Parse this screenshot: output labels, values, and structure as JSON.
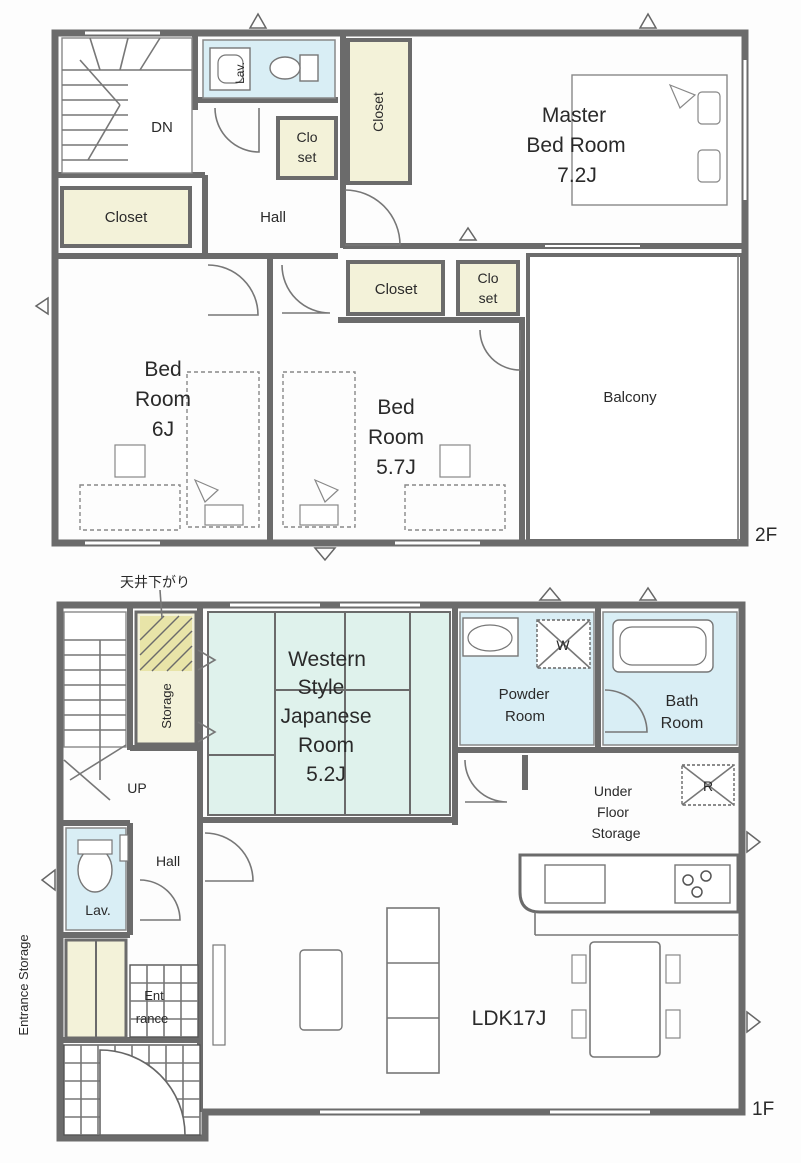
{
  "floor2": {
    "label": "2F",
    "master": {
      "line1": "Master",
      "line2": "Bed Room",
      "line3": "7.2J"
    },
    "bed1": {
      "line1": "Bed",
      "line2": "Room",
      "line3": "6J"
    },
    "bed2": {
      "line1": "Bed",
      "line2": "Room",
      "line3": "5.7J"
    },
    "closet": "Closet",
    "closet_split_1": "Clo",
    "closet_split_2": "set",
    "hall": "Hall",
    "dn": "DN",
    "lav": "Lav.",
    "balcony": "Balcony"
  },
  "floor1": {
    "label": "1F",
    "ceiling_note": "天井下がり",
    "storage": "Storage",
    "western": {
      "line1": "Western",
      "line2": "Style",
      "line3": "Japanese",
      "line4": "Room",
      "line5": "5.2J"
    },
    "powder": {
      "line1": "Powder",
      "line2": "Room"
    },
    "w": "W",
    "bath": {
      "line1": "Bath",
      "line2": "Room"
    },
    "r": "R",
    "underfloor": {
      "line1": "Under",
      "line2": "Floor",
      "line3": "Storage"
    },
    "up": "UP",
    "hall": "Hall",
    "lav": "Lav.",
    "entrance": {
      "line1": "Ent",
      "line2": "rance"
    },
    "entrance_storage": "Entrance Storage",
    "ldk": "LDK17J"
  }
}
